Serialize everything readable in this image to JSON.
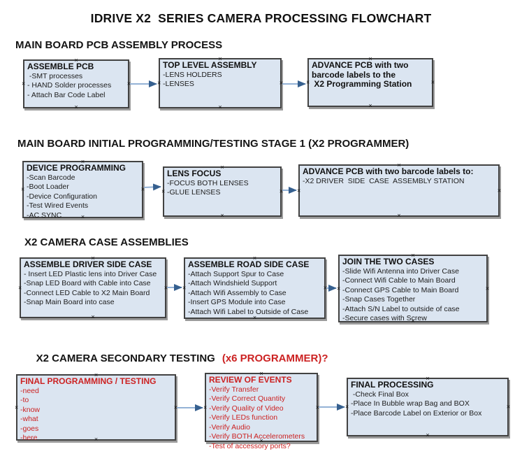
{
  "title": "IDRIVE X2  SERIES CAMERA PROCESSING FLOWCHART",
  "colors": {
    "box_fill": "#dbe5f1",
    "box_border": "#424242",
    "red_text": "#cc2222",
    "arrow_line": "#94b2d6",
    "arrow_head": "#36608f"
  },
  "sections": [
    {
      "heading": "MAIN BOARD PCB ASSEMBLY PROCESS",
      "boxes": [
        {
          "title": "ASSEMBLE PCB",
          "items": [
            " -SMT processes",
            "- HAND Solder processes",
            "- Attach Bar Code Label"
          ]
        },
        {
          "title": "TOP LEVEL ASSEMBLY",
          "items": [
            "-LENS HOLDERS",
            "-LENSES"
          ]
        },
        {
          "title": "ADVANCE PCB with two\nbarcode labels to the\n X2 Programming Station",
          "items": []
        }
      ]
    },
    {
      "heading": "MAIN BOARD INITIAL PROGRAMMING/TESTING STAGE 1 (X2 PROGRAMMER)",
      "boxes": [
        {
          "title": "DEVICE PROGRAMMING",
          "items": [
            "-Scan Barcode",
            "-Boot Loader",
            "-Device Configuration",
            "-Test Wired Events",
            "-AC SYNC"
          ]
        },
        {
          "title": "LENS FOCUS",
          "items": [
            "-FOCUS BOTH LENSES",
            "-GLUE LENSES"
          ]
        },
        {
          "title": "ADVANCE PCB with two barcode labels to:",
          "items": [
            "-X2 DRIVER  SIDE  CASE  ASSEMBLY STATION"
          ]
        }
      ]
    },
    {
      "heading": "X2 CAMERA CASE ASSEMBLIES",
      "boxes": [
        {
          "title": "ASSEMBLE DRIVER SIDE CASE",
          "items": [
            "- Insert LED Plastic lens into Driver Case",
            "-Snap LED Board with Cable into Case",
            "-Connect LED Cable to X2 Main Board",
            "-Snap Main Board into case"
          ]
        },
        {
          "title": "ASSEMBLE ROAD SIDE CASE",
          "items": [
            "-Attach Support Spur to Case",
            "-Attach Windshield Support",
            "-Attach Wifi Assembly to Case",
            "-Insert GPS Module into Case",
            "-Attach Wifi Label to Outside of Case"
          ]
        },
        {
          "title": "JOIN THE TWO CASES",
          "items": [
            "-Slide Wifi Antenna into Driver Case",
            "-Connect Wifi Cable to Main Board",
            "-Connect GPS Cable to Main Board",
            "-Snap Cases Together",
            "-Attach S/N Label to outside of case",
            "-Secure cases with Screw"
          ]
        }
      ]
    },
    {
      "heading": "X2 CAMERA SECONDARY TESTING",
      "heading_red": "(x6 PROGRAMMER)?",
      "boxes": [
        {
          "title": "FINAL PROGRAMMING / TESTING",
          "items": [
            "-need",
            "-to",
            "-know",
            "-what",
            "-goes",
            "-here"
          ]
        },
        {
          "title": "REVIEW OF EVENTS",
          "items": [
            "-Verify Transfer",
            "-Verify Correct Quantity",
            "-Verify Quality of Video",
            "-Verify LEDs function",
            "-Verify Audio",
            "-Verify BOTH Accelerometers",
            "-Test of accessory ports?"
          ]
        },
        {
          "title": "FINAL PROCESSING",
          "items": [
            " -Check Final Box",
            "-Place In Bubble wrap Bag and BOX",
            "-Place Barcode Label on Exterior or Box"
          ]
        }
      ]
    }
  ]
}
